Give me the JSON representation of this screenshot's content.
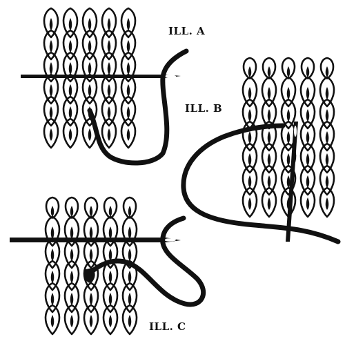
{
  "illustrations": [
    {
      "id": "a",
      "label": "ILL. A"
    },
    {
      "id": "b",
      "label": "ILL. B"
    },
    {
      "id": "c",
      "label": "ILL. C"
    }
  ],
  "colors": {
    "ink": "#111111",
    "paper": "#ffffff"
  }
}
